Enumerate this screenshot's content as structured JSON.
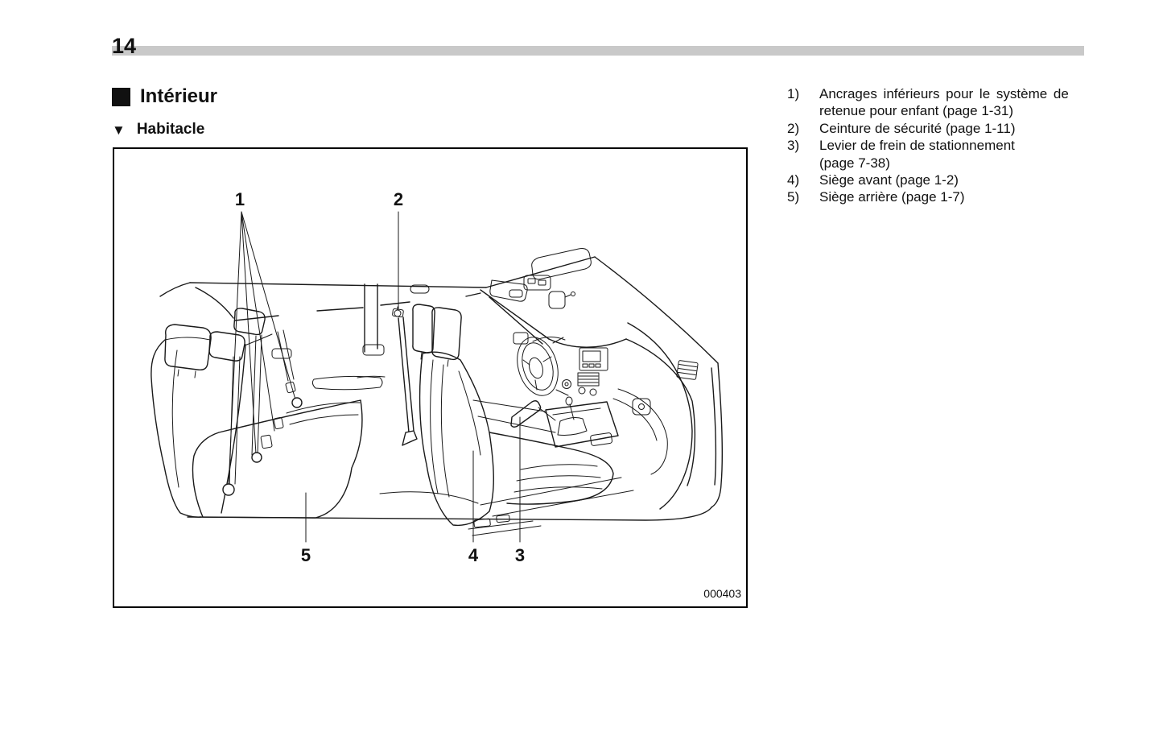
{
  "page": {
    "number": "14"
  },
  "headings": {
    "section": "Intérieur",
    "subsection": "Habitacle"
  },
  "colors": {
    "bar": "#c9c9c9",
    "ink": "#111111"
  },
  "figure": {
    "code": "000403",
    "callouts": {
      "c1": "1",
      "c2": "2",
      "c3": "3",
      "c4": "4",
      "c5": "5"
    }
  },
  "legend": {
    "items": [
      {
        "num": "1)",
        "line1": "Ancrages inférieurs pour le système de",
        "line2": "retenue pour enfant (page 1-31)"
      },
      {
        "num": "2)",
        "line1": "Ceinture de sécurité (page 1-11)",
        "line2": ""
      },
      {
        "num": "3)",
        "line1": "Levier de frein de stationnement",
        "line2": "(page 7-38)"
      },
      {
        "num": "4)",
        "line1": "Siège avant (page 1-2)",
        "line2": ""
      },
      {
        "num": "5)",
        "line1": "Siège arrière (page 1-7)",
        "line2": ""
      }
    ]
  }
}
